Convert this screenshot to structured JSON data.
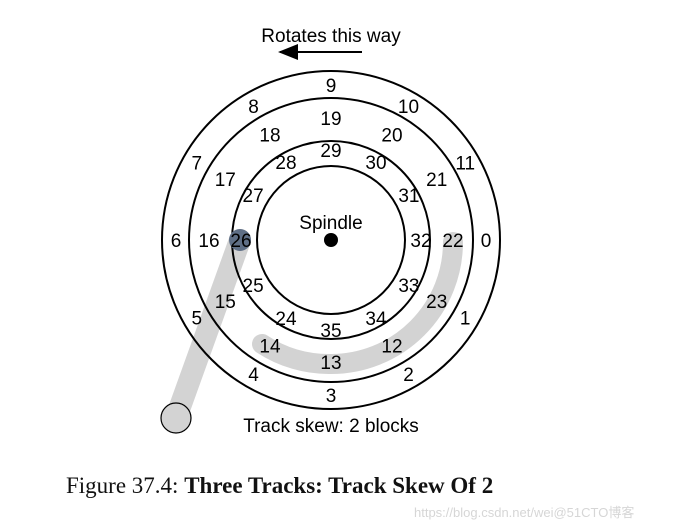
{
  "diagram": {
    "rotation_label": "Rotates this way",
    "spindle_label": "Spindle",
    "skew_label": "Track skew: 2 blocks",
    "outer_track": [
      "0",
      "1",
      "2",
      "3",
      "4",
      "5",
      "6",
      "7",
      "8",
      "9",
      "10",
      "11"
    ],
    "middle_track": [
      "22",
      "23",
      "12",
      "13",
      "14",
      "15",
      "16",
      "17",
      "18",
      "19",
      "20",
      "21"
    ],
    "inner_track": [
      "32",
      "33",
      "34",
      "35",
      "24",
      "25",
      "26",
      "27",
      "28",
      "29",
      "30",
      "31"
    ]
  },
  "caption": {
    "prefix": "Figure 37.4:",
    "title": "Three Tracks: Track Skew Of 2"
  },
  "watermark": "https://blog.csdn.net/wei@51CTO博客"
}
